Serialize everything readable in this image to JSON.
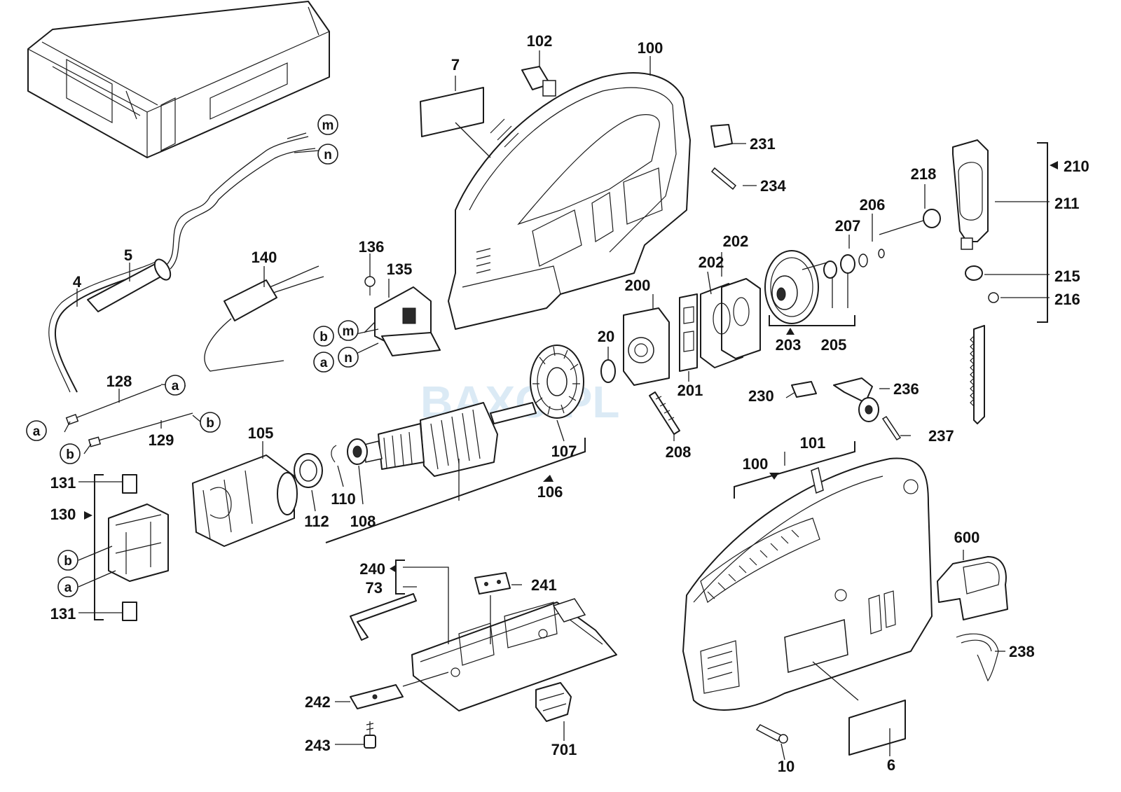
{
  "watermark": "BAXO.PL",
  "part_labels": {
    "p7": "7",
    "p102": "102",
    "p100_top": "100",
    "p231": "231",
    "p234": "234",
    "p218": "218",
    "p206": "206",
    "p207": "207",
    "p202a": "202",
    "p202b": "202",
    "p210": "210",
    "p211": "211",
    "p215": "215",
    "p216": "216",
    "p203": "203",
    "p205": "205",
    "p200": "200",
    "p20": "20",
    "p201": "201",
    "p230": "230",
    "p236": "236",
    "p237": "237",
    "p208": "208",
    "p5": "5",
    "p4": "4",
    "p140": "140",
    "p136": "136",
    "p135": "135",
    "p128": "128",
    "p129": "129",
    "p105": "105",
    "p107": "107",
    "p106": "106",
    "p131a": "131",
    "p130": "130",
    "p131b": "131",
    "p112": "112",
    "p110": "110",
    "p108": "108",
    "p100_bot": "100",
    "p101": "101",
    "p600": "600",
    "p238": "238",
    "p240": "240",
    "p73": "73",
    "p241": "241",
    "p242": "242",
    "p243": "243",
    "p701": "701",
    "p10": "10",
    "p6": "6"
  },
  "connector_labels": {
    "m1": "m",
    "n1": "n",
    "b1": "b",
    "m2": "m",
    "a1": "a",
    "n2": "n",
    "a2": "a",
    "a3": "a",
    "b2": "b",
    "b3": "b",
    "b4": "b",
    "a4": "a"
  }
}
